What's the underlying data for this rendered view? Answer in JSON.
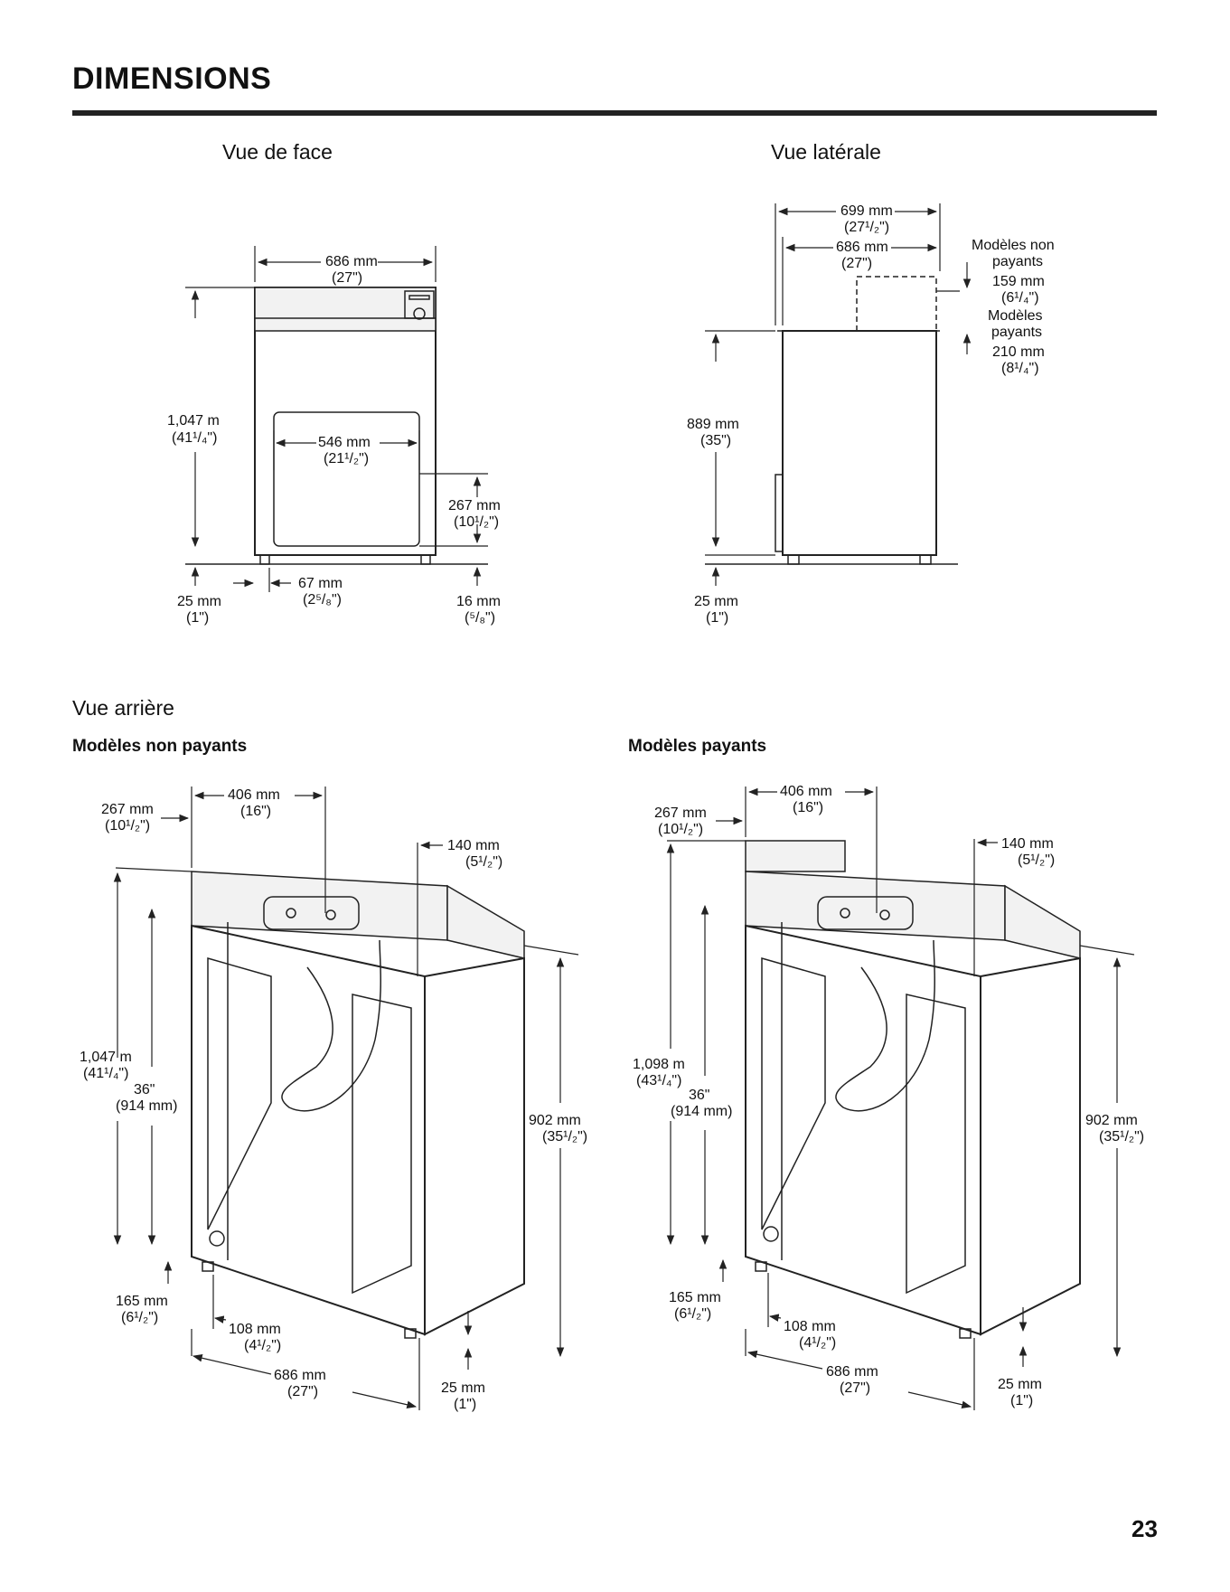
{
  "page": {
    "title": "DIMENSIONS",
    "page_number": "23"
  },
  "front_view": {
    "title": "Vue de face",
    "width_mm": "686 mm",
    "width_in": "(27\")",
    "height_mm": "1,047 m",
    "height_in": "(41¹/₄\")",
    "door_width_mm": "546 mm",
    "door_width_in": "(21¹/₂\")",
    "door_height_mm": "267 mm",
    "door_height_in": "(10¹/₂\")",
    "foot_left_mm": "25 mm",
    "foot_left_in": "(1\")",
    "foot_offset_mm": "67 mm",
    "foot_offset_in": "(2⁵/₈\")",
    "foot_right_mm": "16 mm",
    "foot_right_in": "(⁵/₈\")"
  },
  "side_view": {
    "title": "Vue latérale",
    "depth_outer_mm": "699 mm",
    "depth_outer_in": "(27¹/₂\")",
    "depth_inner_mm": "686 mm",
    "depth_inner_in": "(27\")",
    "height_mm": "889 mm",
    "height_in": "(35\")",
    "foot_mm": "25 mm",
    "foot_in": "(1\")",
    "note_lines": [
      "Modèles non",
      "payants",
      "159 mm",
      "(6¹/₄\")",
      "Modèles",
      "payants",
      "210 mm",
      "(8¹/₄\")"
    ]
  },
  "rear_view": {
    "title": "Vue arrière",
    "non_paying": {
      "title": "Modèles non payants",
      "top_offset_mm": "267 mm",
      "top_offset_in": "(10¹/₂\")",
      "width_top_mm": "406 mm",
      "width_top_in": "(16\")",
      "right_offset_mm": "140 mm",
      "right_offset_in": "(5¹/₂\")",
      "height_mm": "1,047 m",
      "height_in": "(41¹/₄\")",
      "inner_height_in": "36\"",
      "inner_height_mm": "(914 mm)",
      "body_height_mm": "902 mm",
      "body_height_in": "(35¹/₂\")",
      "drain_mm": "165 mm",
      "drain_in": "(6¹/₂\")",
      "side_offset_mm": "108 mm",
      "side_offset_in": "(4¹/₂\")",
      "width_mm": "686 mm",
      "width_in": "(27\")",
      "foot_mm": "25 mm",
      "foot_in": "(1\")"
    },
    "paying": {
      "title": "Modèles payants",
      "top_offset_mm": "267 mm",
      "top_offset_in": "(10¹/₂\")",
      "width_top_mm": "406 mm",
      "width_top_in": "(16\")",
      "right_offset_mm": "140 mm",
      "right_offset_in": "(5¹/₂\")",
      "height_mm": "1,098 m",
      "height_in": "(43¹/₄\")",
      "inner_height_in": "36\"",
      "inner_height_mm": "(914 mm)",
      "body_height_mm": "902 mm",
      "body_height_in": "(35¹/₂\")",
      "drain_mm": "165 mm",
      "drain_in": "(6¹/₂\")",
      "side_offset_mm": "108 mm",
      "side_offset_in": "(4¹/₂\")",
      "width_mm": "686 mm",
      "width_in": "(27\")",
      "foot_mm": "25 mm",
      "foot_in": "(1\")"
    }
  }
}
